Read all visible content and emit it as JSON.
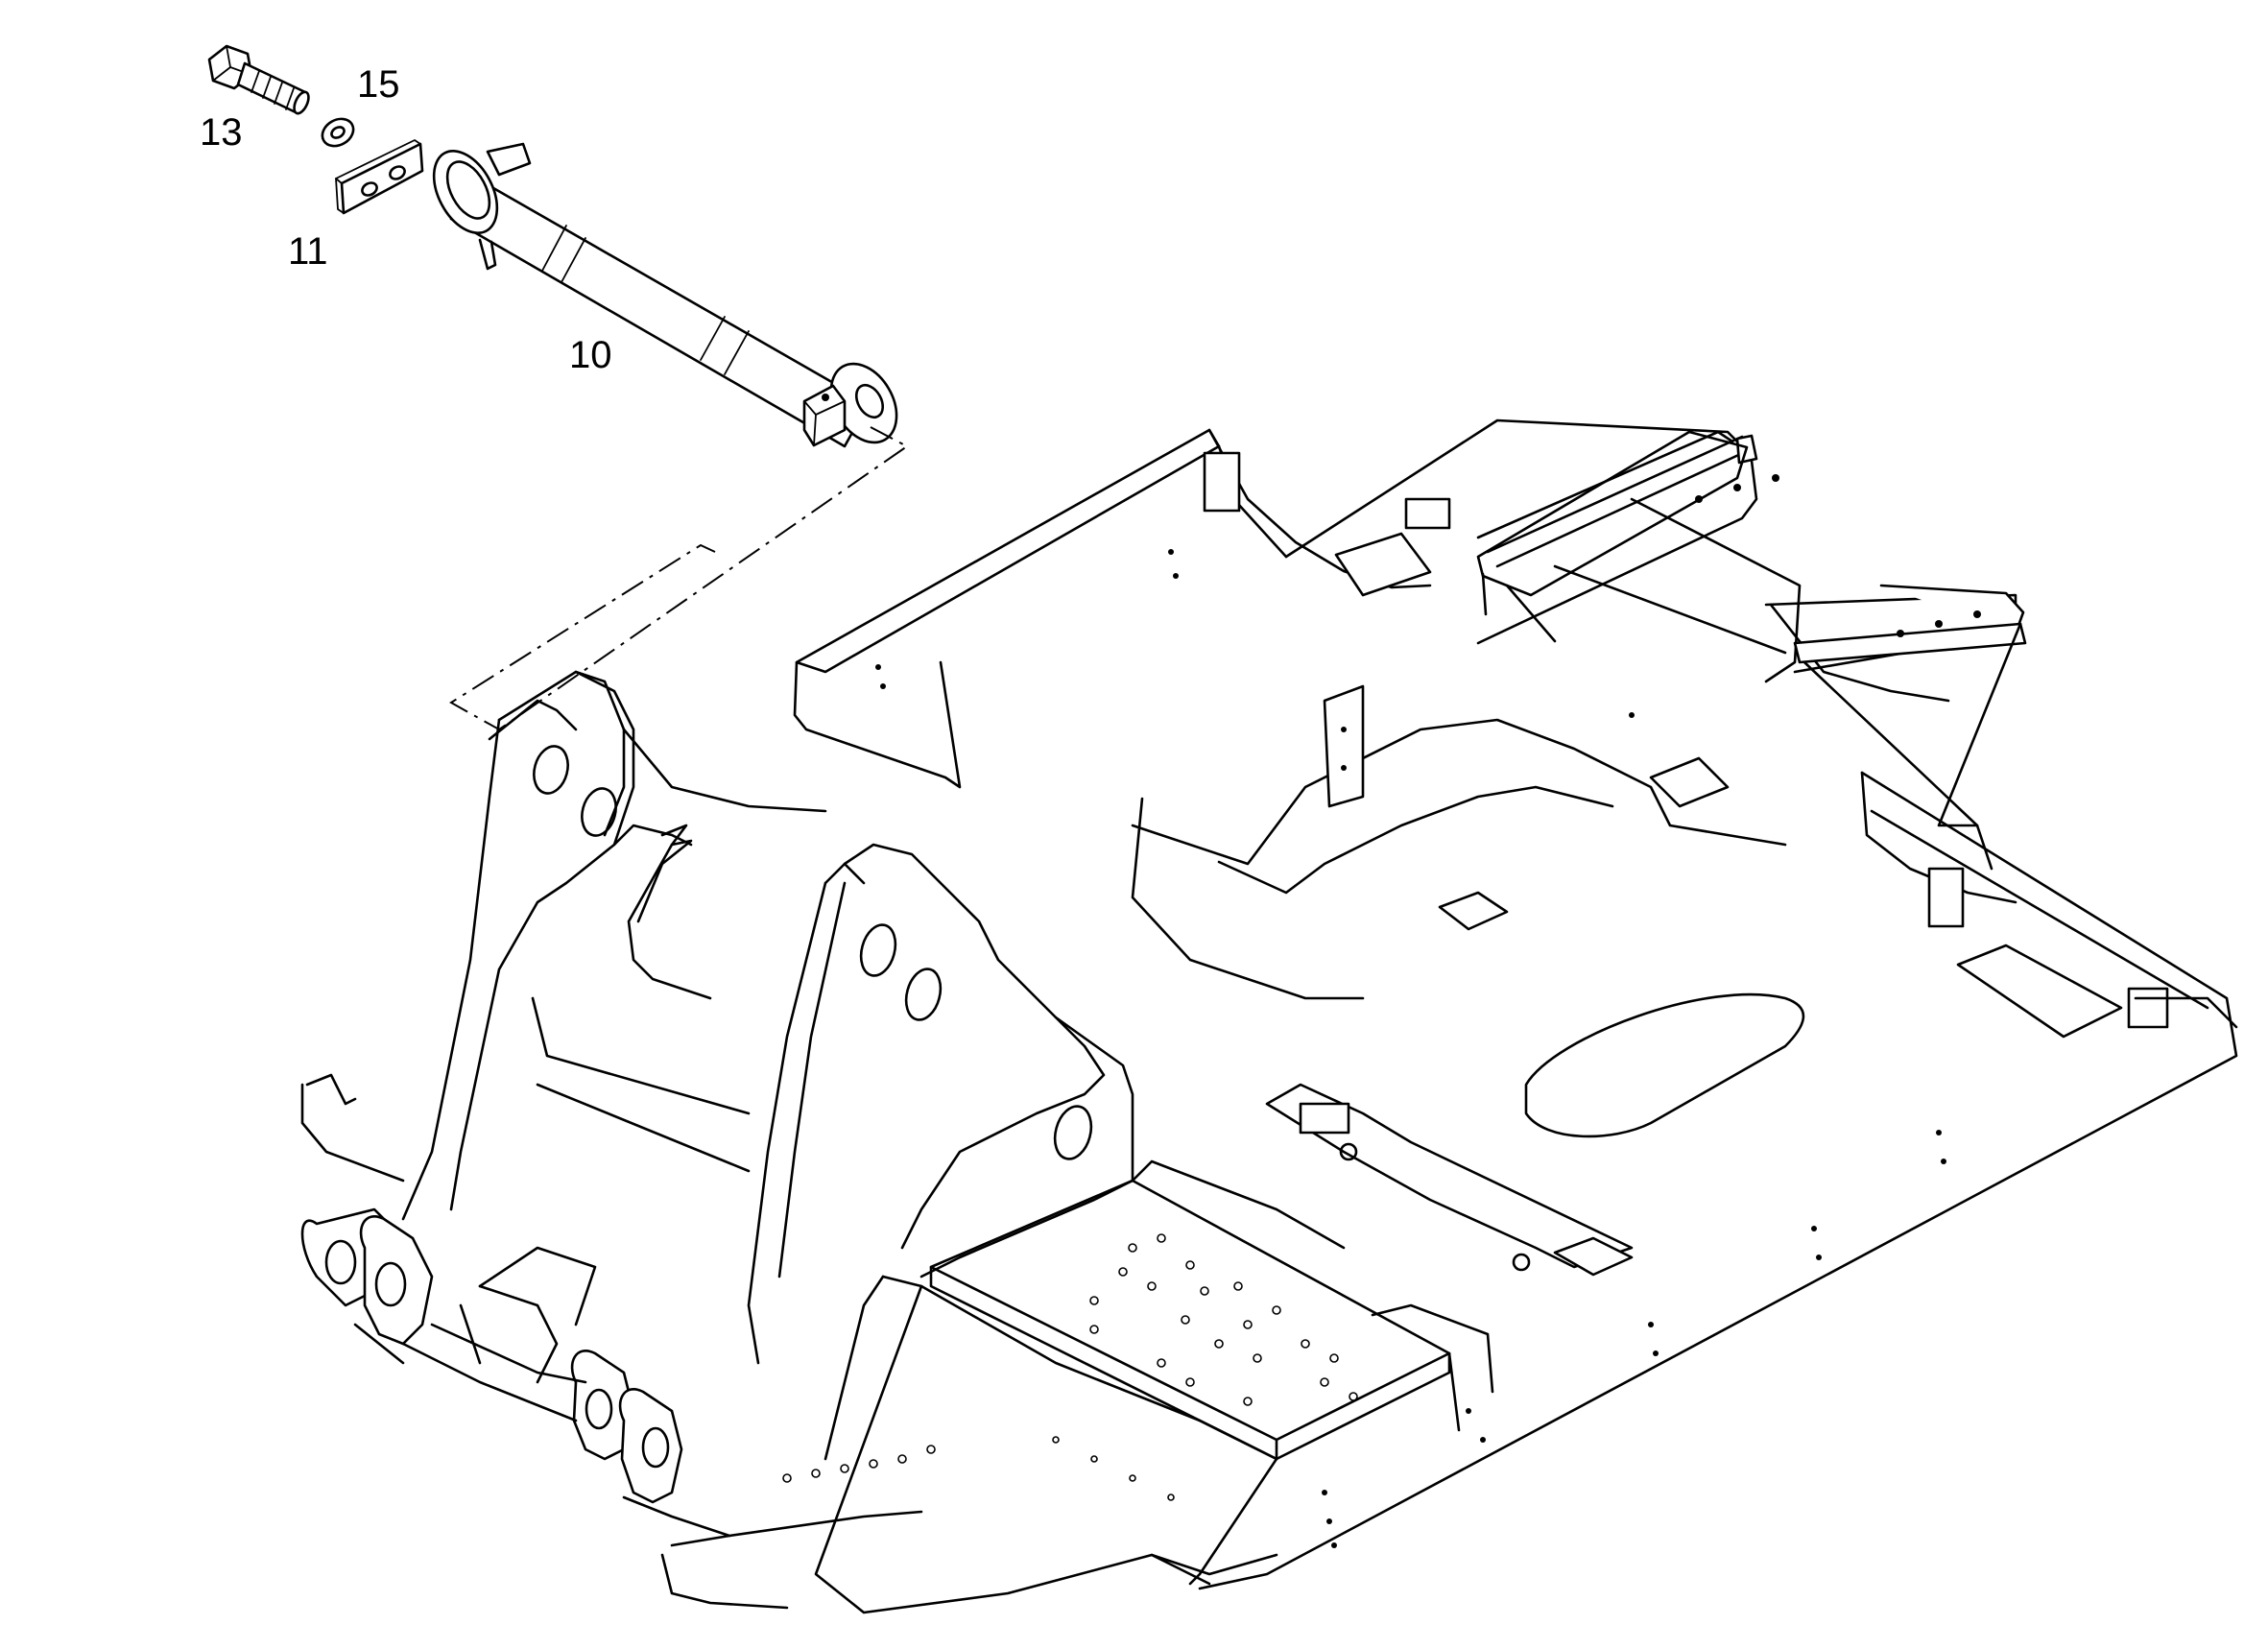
{
  "callouts": {
    "item_13": "13",
    "item_15": "15",
    "item_11": "11",
    "item_10": "10"
  },
  "colors": {
    "line": "#000000",
    "background": "#ffffff"
  }
}
